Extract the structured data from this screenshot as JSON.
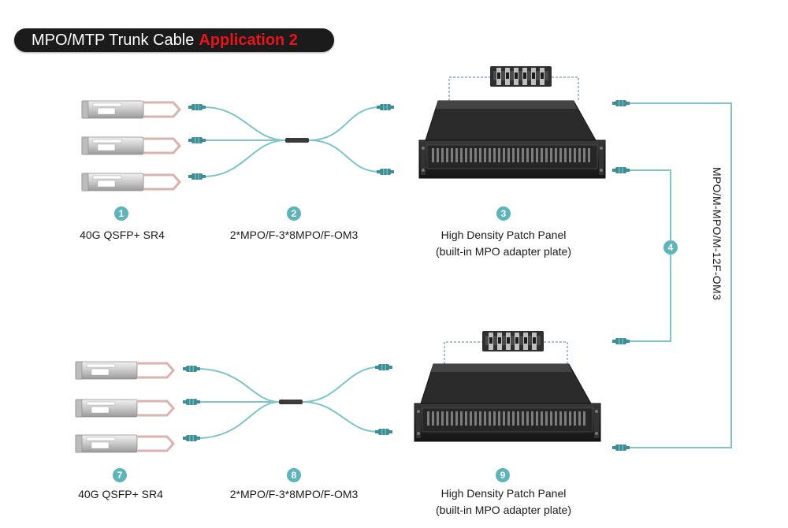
{
  "title": {
    "prefix": "MPO/MTP Trunk Cable",
    "accent": "Application 2"
  },
  "colors": {
    "fiber": "#7ec4c9",
    "badge": "#5fb4ba",
    "accent": "#e8141c",
    "connector": "#3f8d93",
    "panel": "#1e1e1e"
  },
  "top": {
    "transceiver": {
      "number": "1",
      "label": "40G QSFP+ SR4"
    },
    "harness": {
      "number": "2",
      "label": "2*MPO/F-3*8MPO/F-OM3"
    },
    "panel": {
      "number": "3",
      "line1": "High Density Patch Panel",
      "line2": "(built-in MPO adapter plate)"
    }
  },
  "trunk": {
    "number": "4",
    "label": "MPO/M-MPO/M-12F-OM3"
  },
  "bottom": {
    "transceiver": {
      "number": "7",
      "label": "40G QSFP+ SR4"
    },
    "harness": {
      "number": "8",
      "label": "2*MPO/F-3*8MPO/F-OM3"
    },
    "panel": {
      "number": "9",
      "line1": "High Density Patch Panel",
      "line2": "(built-in MPO adapter plate)"
    }
  },
  "icons": [
    "qsfp-transceiver-icon",
    "mpo-connector-icon",
    "patch-panel-icon",
    "mpo-adapter-plate-icon"
  ]
}
